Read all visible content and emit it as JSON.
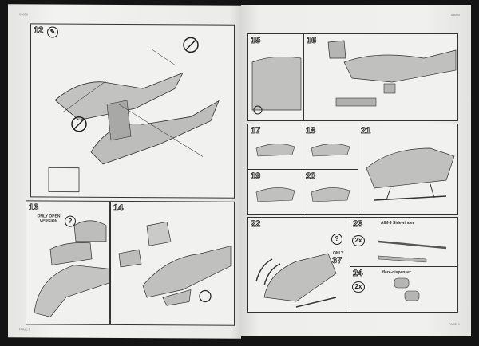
{
  "left_page": {
    "header": "03650",
    "footer": "PAGE 8",
    "steps": [
      {
        "number": "12"
      },
      {
        "number": "13",
        "note": "ONLY OPEN VERSION"
      },
      {
        "number": "14"
      }
    ]
  },
  "right_page": {
    "header": "03650",
    "footer": "PAGE 9",
    "steps": [
      {
        "number": "15"
      },
      {
        "number": "16"
      },
      {
        "number": "17"
      },
      {
        "number": "18"
      },
      {
        "number": "19"
      },
      {
        "number": "20"
      },
      {
        "number": "21"
      },
      {
        "number": "22",
        "note": "ONLY",
        "variant": "37"
      },
      {
        "number": "23",
        "title": "AIM-9 Sidewinder",
        "qty": "2x"
      },
      {
        "number": "24",
        "title": "flare-dispenser",
        "qty": "2x"
      }
    ]
  },
  "colors": {
    "background": "#141414",
    "paper": "#efefed",
    "part": "#b8b8b6",
    "line": "#222222"
  }
}
